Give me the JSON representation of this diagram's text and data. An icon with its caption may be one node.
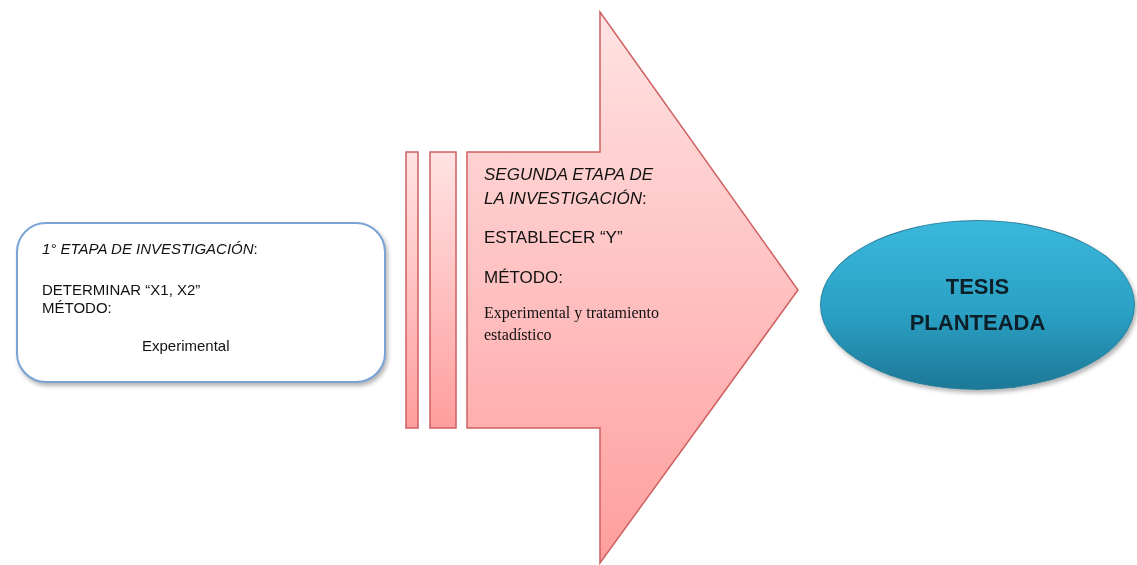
{
  "diagram": {
    "nodes": [
      {
        "text": [
          "*1° ETAPA DE INVESTIGACIÓN*:",
          "DETERMINAR “X1, X2” MÉTODO:",
          "Experimental"
        ]
      },
      {
        "text": [
          "*SEGUNDA ETAPA DE LA INVESTIGACIÓN*:",
          "ESTABLECER “Y”",
          "MÉTODO:",
          "Experimental y tratamiento estadístico"
        ]
      },
      {
        "text": [
          "TESIS PLANTEADA"
        ]
      }
    ]
  }
}
